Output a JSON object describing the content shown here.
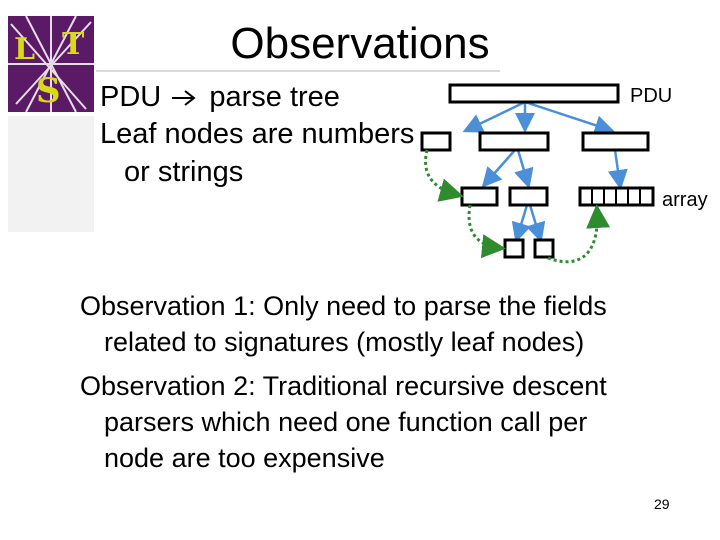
{
  "slide": {
    "title": "Observations",
    "bullets": [
      {
        "prefix": "PDU",
        "suffix": "parse tree"
      },
      {
        "text": "Leaf nodes are numbers"
      },
      {
        "text": "or strings"
      }
    ],
    "diagram_labels": {
      "root": "PDU",
      "array": "array"
    },
    "observations": [
      {
        "first": "Observation 1: Only need to parse the fields",
        "rest": [
          "related to signatures (mostly leaf nodes)"
        ]
      },
      {
        "first": "Observation 2: Traditional recursive descent",
        "rest": [
          "parsers which need one function call per",
          "node are too expensive"
        ]
      }
    ],
    "page_number": "29"
  },
  "colors": {
    "arrow": "#4a8fd8",
    "dotted": "#2e8b2e",
    "logo_bg": "#5b1a66",
    "logo_accent": "#d9d91a"
  }
}
